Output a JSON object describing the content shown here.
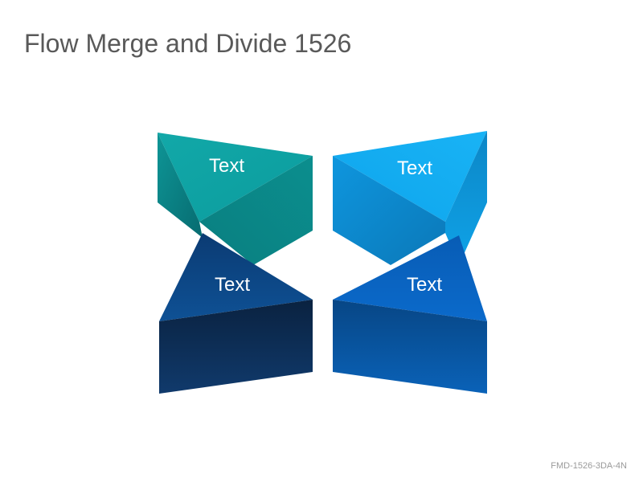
{
  "slide": {
    "title": "Flow Merge and Divide 1526",
    "footer_code": "FMD-1526-3DA-4N"
  },
  "diagram": {
    "shapes": [
      {
        "id": "top-left",
        "label": "Text",
        "colors": {
          "top": "#12A3A6",
          "left": "#0A7F85",
          "right": "#0E8E8E"
        }
      },
      {
        "id": "top-right",
        "label": "Text",
        "colors": {
          "top": "#17AEF0",
          "left": "#0E8ED5",
          "right": "#0C86C9"
        }
      },
      {
        "id": "bottom-left",
        "label": "Text",
        "colors": {
          "top": "#0E4C8F",
          "front": "#0D2E55"
        }
      },
      {
        "id": "bottom-right",
        "label": "Text",
        "colors": {
          "top": "#0A63BF",
          "front": "#0753A4"
        }
      }
    ]
  }
}
